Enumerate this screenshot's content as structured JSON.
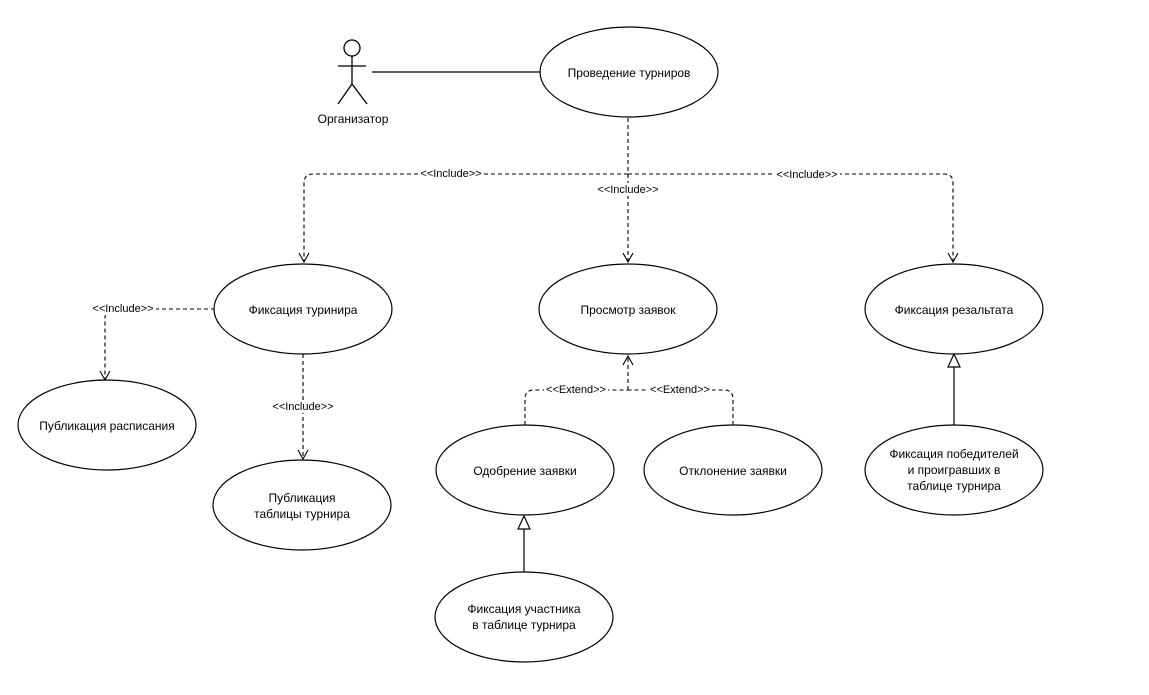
{
  "actor": {
    "name": "Организатор"
  },
  "use_cases": {
    "main": "Проведение турниров",
    "fix_tournament": "Фиксация туринира",
    "view_requests": "Просмотр заявок",
    "fix_result": "Фиксация резальтата",
    "publish_schedule": "Публикация расписания",
    "publish_table": [
      "Публикация",
      "таблицы турнира"
    ],
    "approve_request": "Одобрение заявки",
    "reject_request": "Отклонение заявки",
    "fix_participant": [
      "Фиксация участника",
      "в таблице турнира"
    ],
    "fix_winners": [
      "Фиксация победителей",
      "и проигравших в",
      "таблице турнира"
    ]
  },
  "stereotypes": {
    "include": "<<Include>>",
    "extend": "<<Extend>>"
  },
  "colors": {
    "line": "#000000",
    "background": "#ffffff"
  }
}
